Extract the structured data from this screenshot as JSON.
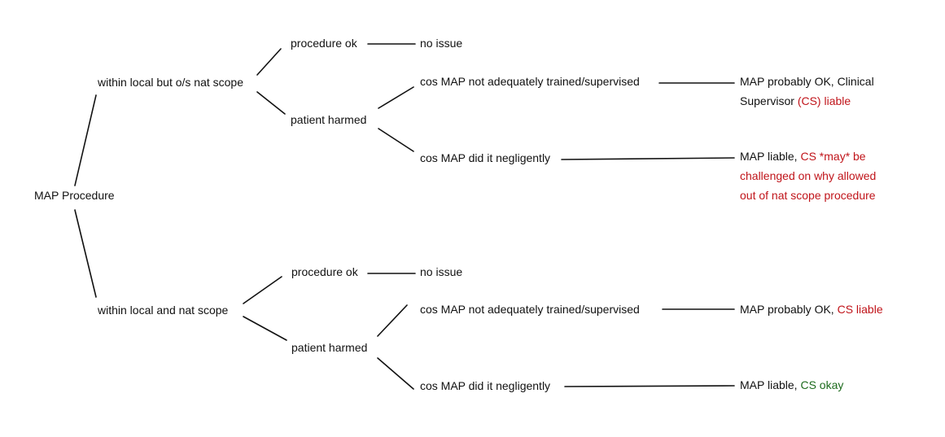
{
  "root": {
    "label": "MAP Procedure"
  },
  "branch_top": {
    "label": "within local but o/s nat scope",
    "procedure_ok": "procedure ok",
    "no_issue": "no issue",
    "patient_harmed": "patient harmed",
    "cause_training": "cos MAP not adequately trained/supervised",
    "cause_negligent": "cos MAP did it negligently",
    "outcome_training": {
      "line1": "MAP probably OK, Clinical",
      "line2_prefix": "Supervisor ",
      "line2_red": "(CS) liable"
    },
    "outcome_negligent": {
      "line1_prefix": "MAP liable, ",
      "line1_red": "CS *may* be",
      "line2_red": "challenged on why allowed",
      "line3_red": "out of nat scope procedure"
    }
  },
  "branch_bottom": {
    "label": "within local and nat scope",
    "procedure_ok": "procedure ok",
    "no_issue": "no issue",
    "patient_harmed": "patient harmed",
    "cause_training": "cos MAP not adequately trained/supervised",
    "cause_negligent": "cos MAP did it negligently",
    "outcome_training": {
      "prefix": "MAP probably OK, ",
      "red": "CS liable"
    },
    "outcome_negligent": {
      "prefix": "MAP liable, ",
      "green": "CS okay"
    }
  },
  "colors": {
    "text": "#111111",
    "liable_red": "#c0141a",
    "okay_green": "#1d6b1d",
    "line": "#111111"
  }
}
